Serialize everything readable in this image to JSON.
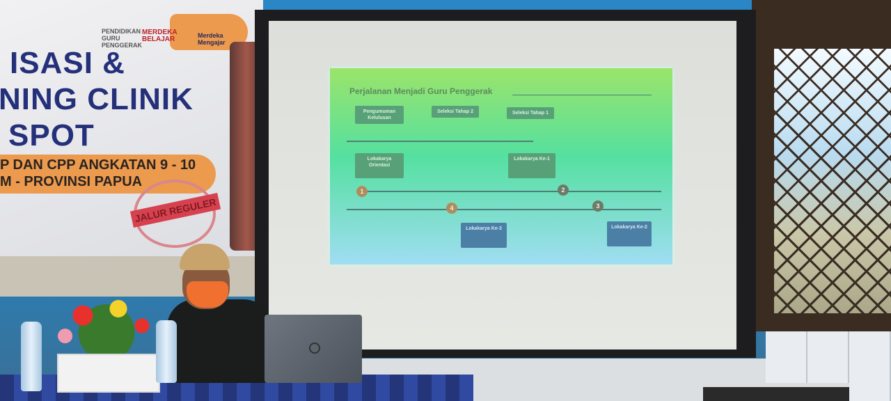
{
  "banner": {
    "lines": [
      "ISASI &",
      "NING CLINIK",
      "SPOT"
    ],
    "sub_lines": [
      "P DAN CPP ANGKATAN 9 - 10",
      "M - PROVINSI PAPUA"
    ],
    "stamp": "JALUR REGULER",
    "logos": [
      "PENDIDIKAN GURU PENGGERAK",
      "MERDEKA BELAJAR",
      "Merdeka Mengajar"
    ]
  },
  "slide": {
    "title": "Perjalanan Menjadi Guru Penggerak",
    "top_boxes": [
      "Pengumuman Kelulusan",
      "Seleksi Tahap 2",
      "Seleksi Tahap 1"
    ],
    "middle_boxes": [
      "Lokakarya Orientasi",
      "Lokakarya Ke-1"
    ],
    "bottom_boxes": [
      "Lokakarya Ke-3",
      "Lokakarya Ke-2"
    ],
    "steps": [
      "1",
      "2",
      "3",
      "4"
    ]
  }
}
